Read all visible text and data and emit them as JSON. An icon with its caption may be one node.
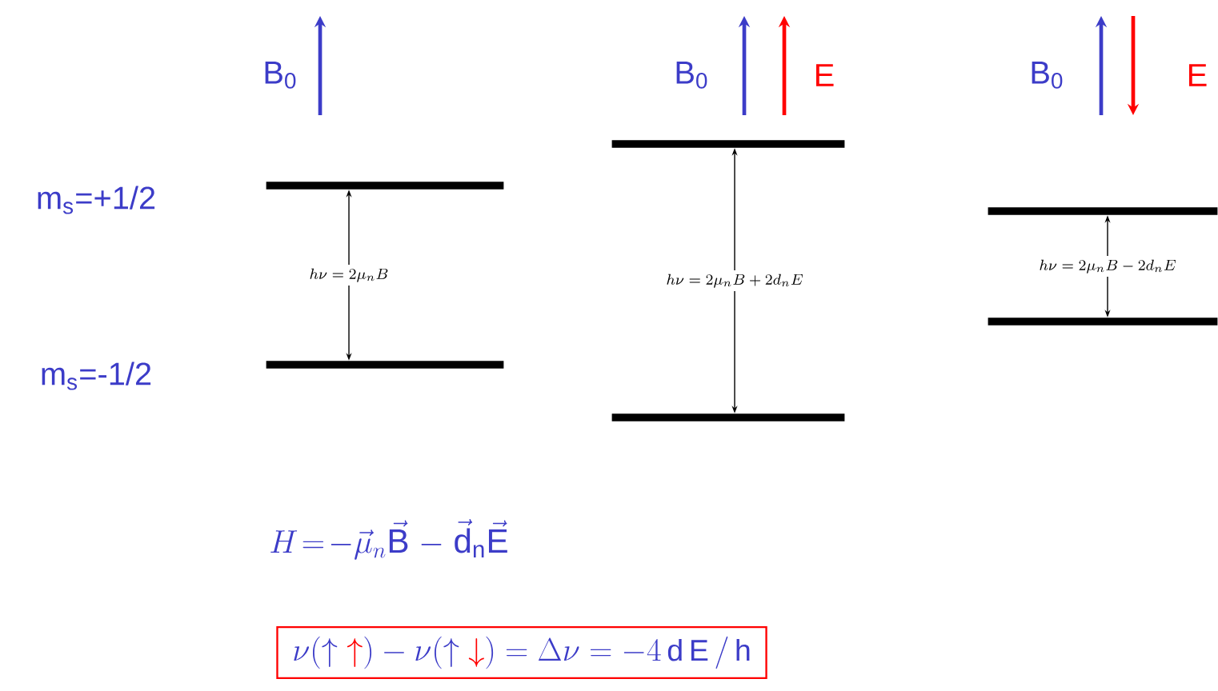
{
  "diagram": {
    "nodes": [
      {
        "text": [],
        "shape": "bar"
      },
      {
        "text": [],
        "shape": "bar"
      },
      {
        "text": [],
        "shape": "bar"
      },
      {
        "text": [],
        "shape": "bar"
      },
      {
        "text": [],
        "shape": "bar"
      },
      {
        "text": [],
        "shape": "bar"
      },
      {
        "text": [
          "\\nu(\\uparrow\\textcolor{red}{\\uparrow})-\\nu(\\uparrow\\textcolor{red}{\\downarrow})=\\Delta\\nu=-4\\,\\mathrm{d}\\,\\mathrm{E}\\,/\\,\\mathrm{h}"
        ]
      }
    ],
    "edges": [
      {
        "from": 1,
        "to": 0,
        "arrow": "both",
        "label": "h\\nu = 2\\mu_n B"
      },
      {
        "from": 3,
        "to": 2,
        "arrow": "both",
        "label": "h\\nu = 2\\mu_n B + 2d_n E"
      },
      {
        "from": 5,
        "to": 4,
        "arrow": "both",
        "label": "h\\nu = 2\\mu_n B - 2d_n E"
      }
    ],
    "labels": [
      "B$_{0}$",
      "B$_{0}$",
      "E",
      "B$_{0}$",
      "E",
      "m$_{s}$=+1/2",
      "m$_{s}$=-1/2",
      "H\\!=\\!-\\vec{\\mu}_n\\vec{\\mathrm{B}}\\ \\mathrm{-}\\ \\vec{\\mathrm{d}}_{\\mathrm{n}}\\vec{\\mathrm{E}}"
    ]
  }
}
